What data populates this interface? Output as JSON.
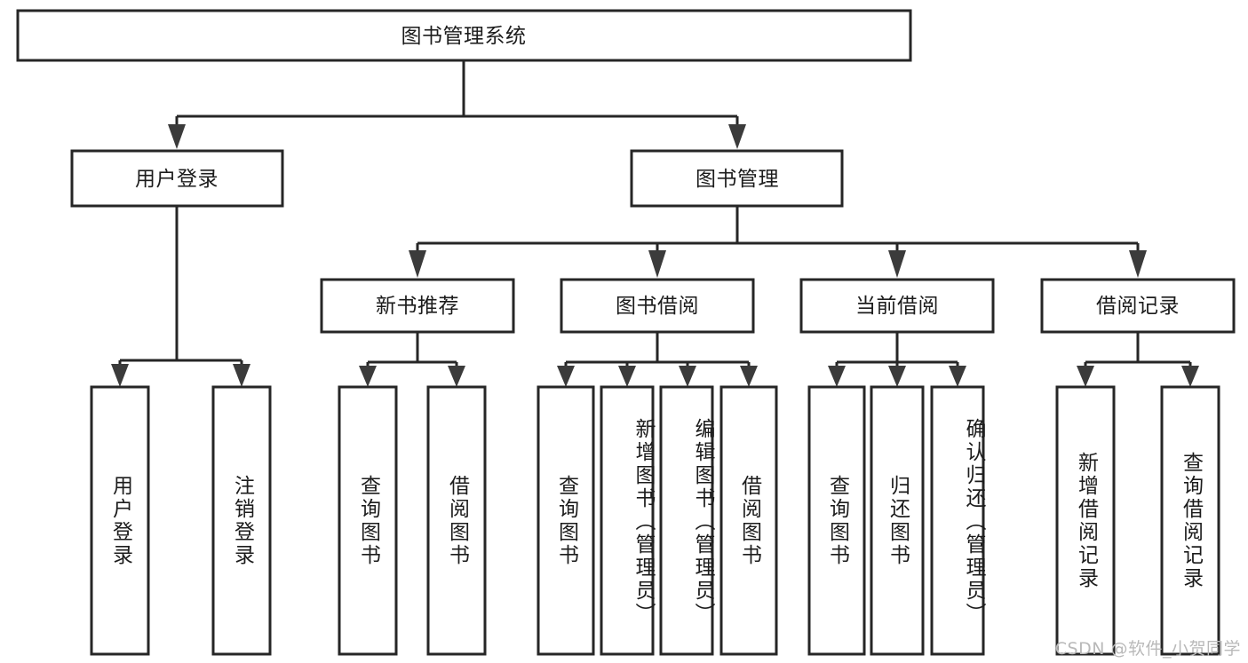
{
  "diagram": {
    "type": "tree-hierarchy",
    "title": "图书管理系统",
    "root": {
      "label": "图书管理系统",
      "orientation": "horizontal"
    },
    "level2": [
      {
        "label": "用户登录",
        "orientation": "horizontal"
      },
      {
        "label": "图书管理",
        "orientation": "horizontal"
      }
    ],
    "level3": [
      {
        "label": "新书推荐",
        "orientation": "horizontal"
      },
      {
        "label": "图书借阅",
        "orientation": "horizontal"
      },
      {
        "label": "当前借阅",
        "orientation": "horizontal"
      },
      {
        "label": "借阅记录",
        "orientation": "horizontal"
      }
    ],
    "leaves": {
      "user_login": [
        {
          "label": "用户登录",
          "orientation": "vertical"
        },
        {
          "label": "注销登录",
          "orientation": "vertical"
        }
      ],
      "new_book_recommend": [
        {
          "label": "查询图书",
          "orientation": "vertical"
        },
        {
          "label": "借阅图书",
          "orientation": "vertical"
        }
      ],
      "book_borrow": [
        {
          "label": "查询图书",
          "orientation": "vertical"
        },
        {
          "label": "新增图书（管理员）",
          "orientation": "vertical"
        },
        {
          "label": "编辑图书（管理员）",
          "orientation": "vertical"
        },
        {
          "label": "借阅图书",
          "orientation": "vertical"
        }
      ],
      "current_borrow": [
        {
          "label": "查询图书",
          "orientation": "vertical"
        },
        {
          "label": "归还图书",
          "orientation": "vertical"
        },
        {
          "label": "确认归还（管理员）",
          "orientation": "vertical"
        }
      ],
      "borrow_record": [
        {
          "label": "新增借阅记录",
          "orientation": "vertical"
        },
        {
          "label": "查询借阅记录",
          "orientation": "vertical"
        }
      ]
    }
  },
  "watermark": {
    "text": "CSDN @软件_小贺同学"
  },
  "colors": {
    "background": "#ffffff",
    "box_stroke": "#262626",
    "text": "#1c1c1c",
    "arrow": "#3b3b3b",
    "watermark": "#b9b9b9"
  }
}
